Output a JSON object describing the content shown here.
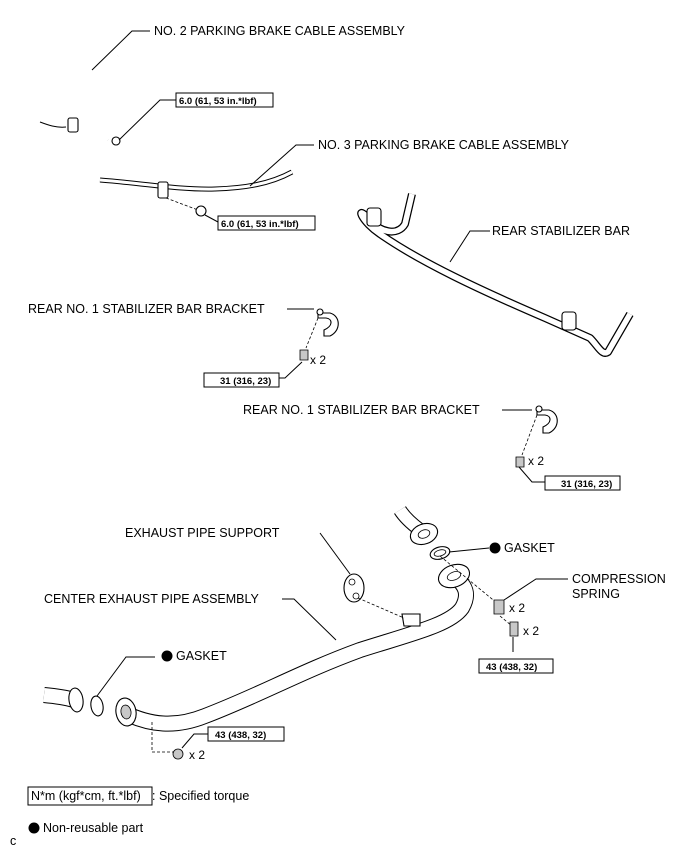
{
  "labels": {
    "no2_cable": "NO. 2 PARKING BRAKE CABLE ASSEMBLY",
    "no3_cable": "NO. 3 PARKING BRAKE CABLE ASSEMBLY",
    "rear_stabilizer_bar": "REAR STABILIZER BAR",
    "bracket_1": "REAR NO. 1 STABILIZER BAR BRACKET",
    "bracket_2": "REAR NO. 1 STABILIZER BAR BRACKET",
    "exhaust_support": "EXHAUST PIPE SUPPORT",
    "gasket_upper": "GASKET",
    "gasket_lower": "GASKET",
    "center_exhaust": "CENTER EXHAUST PIPE ASSEMBLY",
    "compression_spring_1": "COMPRESSION",
    "compression_spring_2": "SPRING"
  },
  "torques": {
    "no2_cable": "6.0 (61, 53 in.*lbf)",
    "no3_cable": "6.0 (61, 53 in.*lbf)",
    "bracket_1": "31 (316, 23)",
    "bracket_2": "31 (316, 23)",
    "exhaust_upper": "43 (438, 32)",
    "exhaust_lower": "43 (438, 32)"
  },
  "quantities": {
    "bracket_1_bolt": "x 2",
    "bracket_2_bolt": "x 2",
    "spring": "x 2",
    "upper_bolt": "x 2",
    "lower_nut": "x 2"
  },
  "legend": {
    "torque_box": "N*m (kgf*cm, ft.*lbf)",
    "torque_text": ": Specified torque",
    "nonreusable_text": "Non-reusable part"
  },
  "footer": {
    "code": "c"
  }
}
